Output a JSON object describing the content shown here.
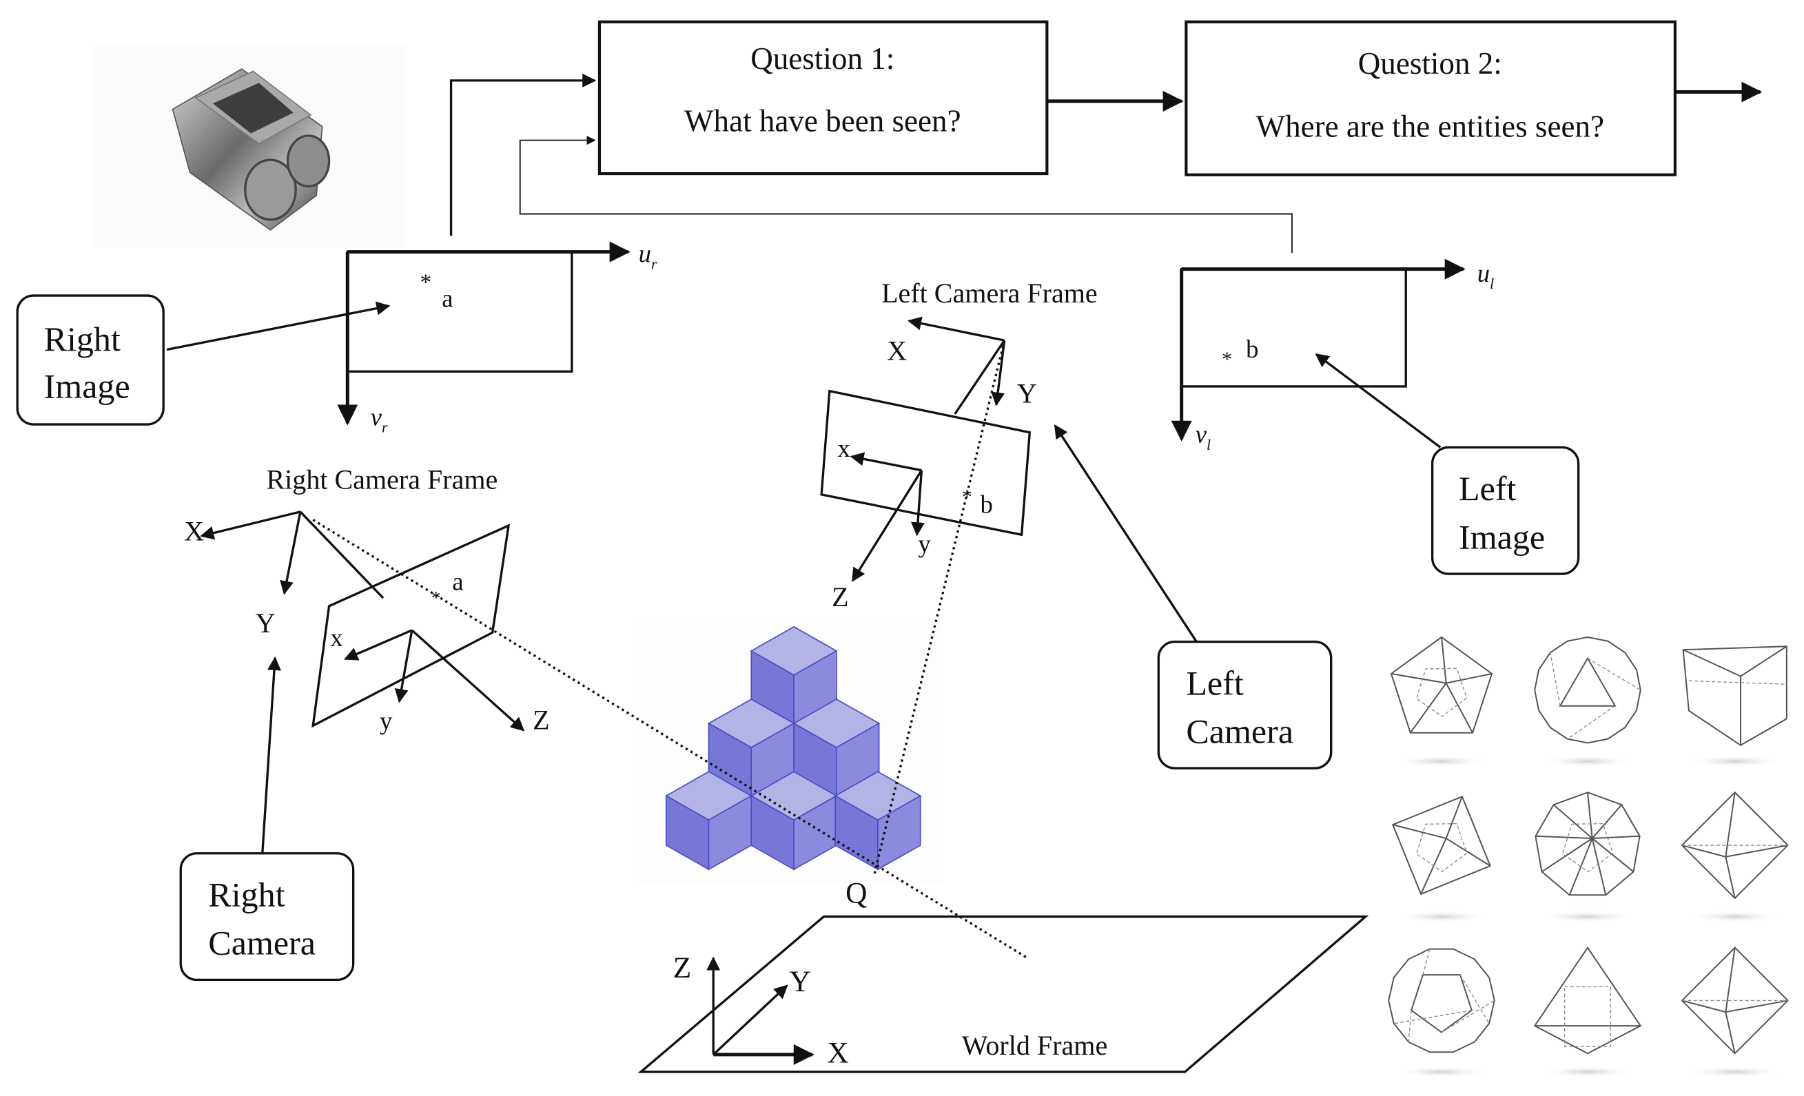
{
  "questions": [
    {
      "title": "Question 1:",
      "text": "What have been seen?"
    },
    {
      "title": "Question 2:",
      "text": "Where are the entities seen?"
    }
  ],
  "callouts": {
    "right_image": [
      "Right",
      "Image"
    ],
    "left_image": [
      "Left",
      "Image"
    ],
    "left_camera": [
      "Left",
      "Camera"
    ],
    "right_camera": [
      "Right",
      "Camera"
    ]
  },
  "image_planes": {
    "right": {
      "u": "u",
      "u_sub": "r",
      "v": "v",
      "v_sub": "r",
      "point": "a",
      "marker": "*"
    },
    "left": {
      "u": "u",
      "u_sub": "l",
      "v": "v",
      "v_sub": "l",
      "point": "b",
      "marker": "*"
    }
  },
  "frames": {
    "right_camera": {
      "label": "Right Camera Frame",
      "X": "X",
      "Y": "Y",
      "Z": "Z",
      "x": "x",
      "y": "y",
      "point": "a"
    },
    "left_camera": {
      "label": "Left Camera Frame",
      "X": "X",
      "Y": "Y",
      "Z": "Z",
      "x": "x",
      "y": "y",
      "point": "b"
    },
    "world": {
      "label": "World Frame",
      "X": "X",
      "Y": "Y",
      "Z": "Z"
    }
  },
  "scene_point": "Q",
  "images": {
    "stereo_camera": "stereo-camera-photo",
    "cubes": "stacked-blue-cubes",
    "polyhedra": [
      "pentagonal-solid",
      "geodesic-sphere",
      "subdivided-cube",
      "irregular-polyhedron",
      "dodecahedron",
      "octahedron",
      "truncated-icosahedron",
      "stellated-tetrahedron",
      "pyramid"
    ]
  }
}
